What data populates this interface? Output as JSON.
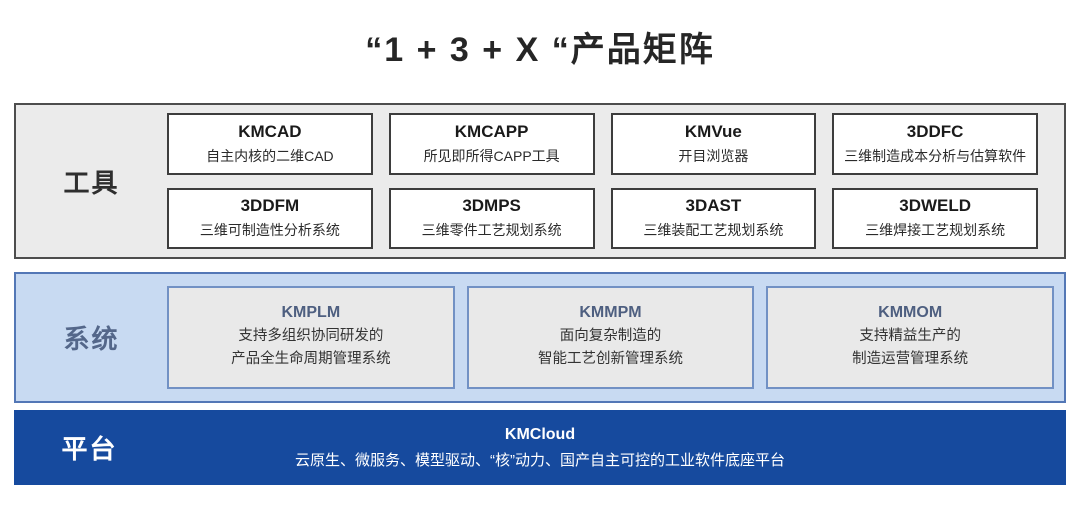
{
  "title": "“1 + 3 + X “产品矩阵",
  "colors": {
    "tools_bg": "#ebebeb",
    "tools_border": "#4d4d4d",
    "systems_bg": "#c8daf2",
    "systems_border": "#5377b6",
    "systems_title_text": "#4e5f80",
    "platform_bg": "#164a9e",
    "platform_text": "#ffffff"
  },
  "sections": {
    "tools": {
      "label": "工具",
      "cards": [
        {
          "title": "KMCAD",
          "desc": "自主内核的二维CAD"
        },
        {
          "title": "KMCAPP",
          "desc": "所见即所得CAPP工具"
        },
        {
          "title": "KMVue",
          "desc": "开目浏览器"
        },
        {
          "title": "3DDFC",
          "desc": "三维制造成本分析与估算软件"
        },
        {
          "title": "3DDFM",
          "desc": "三维可制造性分析系统"
        },
        {
          "title": "3DMPS",
          "desc": "三维零件工艺规划系统"
        },
        {
          "title": "3DAST",
          "desc": "三维装配工艺规划系统"
        },
        {
          "title": "3DWELD",
          "desc": "三维焊接工艺规划系统"
        }
      ]
    },
    "systems": {
      "label": "系统",
      "cards": [
        {
          "title": "KMPLM",
          "desc1": "支持多组织协同研发的",
          "desc2": "产品全生命周期管理系统"
        },
        {
          "title": "KMMPM",
          "desc1": "面向复杂制造的",
          "desc2": "智能工艺创新管理系统"
        },
        {
          "title": "KMMOM",
          "desc1": "支持精益生产的",
          "desc2": "制造运营管理系统"
        }
      ]
    },
    "platform": {
      "label": "平台",
      "title": "KMCloud",
      "desc": "云原生、微服务、模型驱动、“核”动力、国产自主可控的工业软件底座平台"
    }
  }
}
